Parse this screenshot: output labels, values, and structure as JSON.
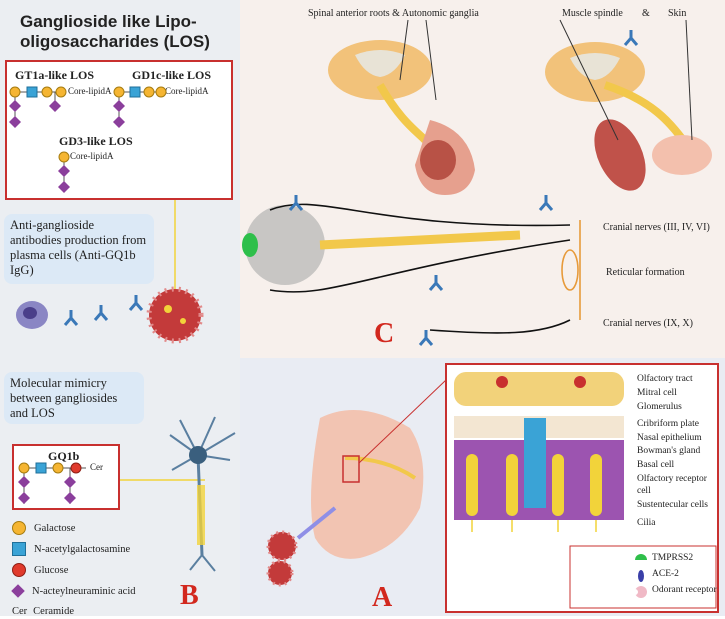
{
  "panel_b": {
    "title": "Ganglioside like Lipo-oligosaccharides (LOS)",
    "los": [
      {
        "name": "GT1a-like LOS",
        "core": "Core-lipidA"
      },
      {
        "name": "GD1c-like LOS",
        "core": "Core-lipidA"
      },
      {
        "name": "GD3-like LOS",
        "core": "Core-lipidA"
      }
    ],
    "antibody_text": "Anti-ganglioside antibodies production from plasma cells (Anti-GQ1b IgG)",
    "mimicry_text": "Molecular mimicry between gangliosides and LOS",
    "gq1b": {
      "name": "GQ1b",
      "cer": "Cer"
    },
    "legend": [
      {
        "label": "Galactose",
        "symbol": "yellow-circle",
        "color": "#f5b532"
      },
      {
        "label": "N-acetylgalactosamine",
        "symbol": "blue-square",
        "color": "#3aa3d6"
      },
      {
        "label": "Glucose",
        "symbol": "red-circle",
        "color": "#e03a2c"
      },
      {
        "label": "N-acteylneuraminic acid",
        "symbol": "purple-diamond",
        "color": "#8b3f9c"
      }
    ],
    "ceramide": {
      "abbr": "Cer",
      "label": "Ceramide"
    },
    "letter": "B"
  },
  "panel_c": {
    "labels": {
      "spinal": "Spinal anterior roots & Autonomic ganglia",
      "spindle": "Muscle spindle",
      "amp": "&",
      "skin": "Skin",
      "cranial1": "Cranial nerves (III, IV, VI)",
      "reticular": "Reticular formation",
      "cranial2": "Cranial nerves (IX, X)"
    },
    "letter": "C"
  },
  "panel_a": {
    "labels": [
      "Olfactory tract",
      "Mitral cell",
      "Glomerulus",
      "Cribriform plate",
      "Nasal epithelium",
      "Bowman's gland",
      "Basal cell",
      "Olfactory receptor",
      "cell",
      "Sustentecular cells",
      "Cilia"
    ],
    "legend": [
      {
        "label": "TMPRSS2"
      },
      {
        "label": "ACE-2"
      },
      {
        "label": "Odorant receptor"
      }
    ],
    "letter": "A"
  },
  "colors": {
    "red": "#c8302f",
    "yellow": "#f5c518",
    "nerve": "#f2c84b",
    "bubble": "#dce9f6"
  }
}
